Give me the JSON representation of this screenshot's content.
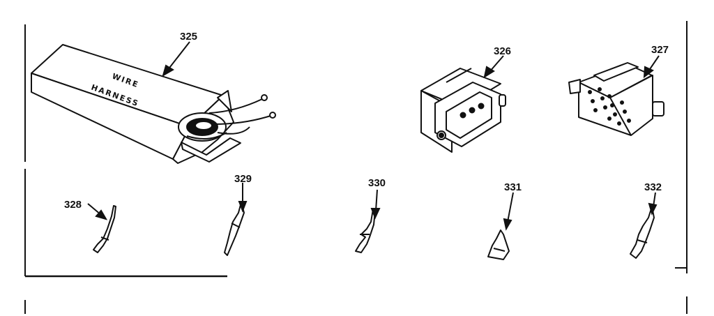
{
  "parts": [
    {
      "number": "325",
      "name": "wire-harness"
    },
    {
      "number": "326",
      "name": "connector-housing"
    },
    {
      "number": "327",
      "name": "connector-block"
    },
    {
      "number": "328",
      "name": "terminal"
    },
    {
      "number": "329",
      "name": "terminal"
    },
    {
      "number": "330",
      "name": "terminal"
    },
    {
      "number": "331",
      "name": "terminal"
    },
    {
      "number": "332",
      "name": "terminal"
    }
  ],
  "box_label": {
    "line1": "WIRE",
    "line2": "HARNESS"
  },
  "colors": {
    "ink": "#111111",
    "paper": "#ffffff"
  }
}
